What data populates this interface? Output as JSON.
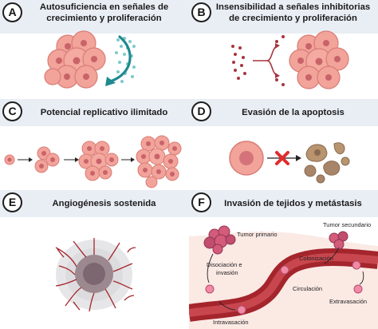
{
  "panels": [
    {
      "badge": "A",
      "title": "Autosuficiencia en señales de crecimiento y proliferación"
    },
    {
      "badge": "B",
      "title": "Insensibilidad a señales inhibitorias de crecimiento y proliferación"
    },
    {
      "badge": "C",
      "title": "Potencial replicativo ilimitado"
    },
    {
      "badge": "D",
      "title": "Evasión de la apoptosis"
    },
    {
      "badge": "E",
      "title": "Angiogénesis sostenida"
    },
    {
      "badge": "F",
      "title": "Invasión de tejidos y metástasis"
    }
  ],
  "metastasis_labels": {
    "primary_tumor": "Tumor primario",
    "secondary_tumor": "Tumor secundario",
    "dissociation_line1": "Disociación e",
    "dissociation_line2": "invasión",
    "colonization": "Colonización",
    "circulation": "Circulación",
    "intravasation": "Intravasación",
    "extravasation": "Extravasación"
  },
  "colors": {
    "title_band": "#e9edf4",
    "cell_fill": "#f2a39a",
    "cell_edge": "#d87d76",
    "nucleus": "#c9636a",
    "signal_teal": "#1f8a8f",
    "inhibitor_red": "#a8353d",
    "blocked_x": "#e02c2c",
    "apoptotic_brown": "#a88468",
    "vessel": "#a4252c"
  },
  "icons": {
    "growth_arrow": "curved-arrow-icon",
    "block": "x-mark-icon",
    "branch_arrow": "branching-arrow-icon"
  }
}
